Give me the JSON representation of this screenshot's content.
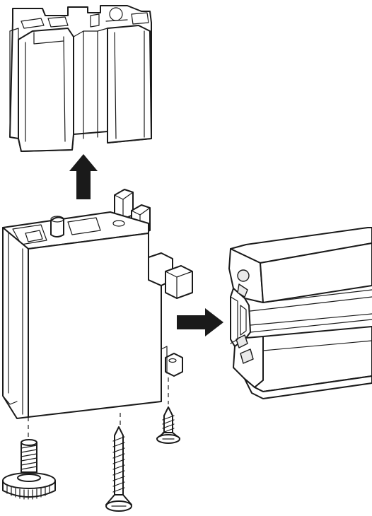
{
  "diagram": {
    "components": [
      {
        "id": "upper-profile-connector",
        "icon": "aluminium-profile-insert"
      },
      {
        "id": "connector-housing",
        "icon": "plastic-housing-block"
      },
      {
        "id": "side-aluminium-profile",
        "icon": "extruded-profile-section"
      },
      {
        "id": "levelling-foot",
        "icon": "knurled-levelling-foot"
      },
      {
        "id": "long-wood-screw",
        "icon": "countersunk-wood-screw"
      },
      {
        "id": "short-wood-screw",
        "icon": "short-countersunk-screw"
      }
    ],
    "arrows": [
      {
        "id": "arrow-up",
        "direction": "up"
      },
      {
        "id": "arrow-right",
        "direction": "right"
      }
    ],
    "colors": {
      "line": "#1a1a1a",
      "fill": "#ffffff",
      "arrow": "#1a1a1a"
    }
  }
}
